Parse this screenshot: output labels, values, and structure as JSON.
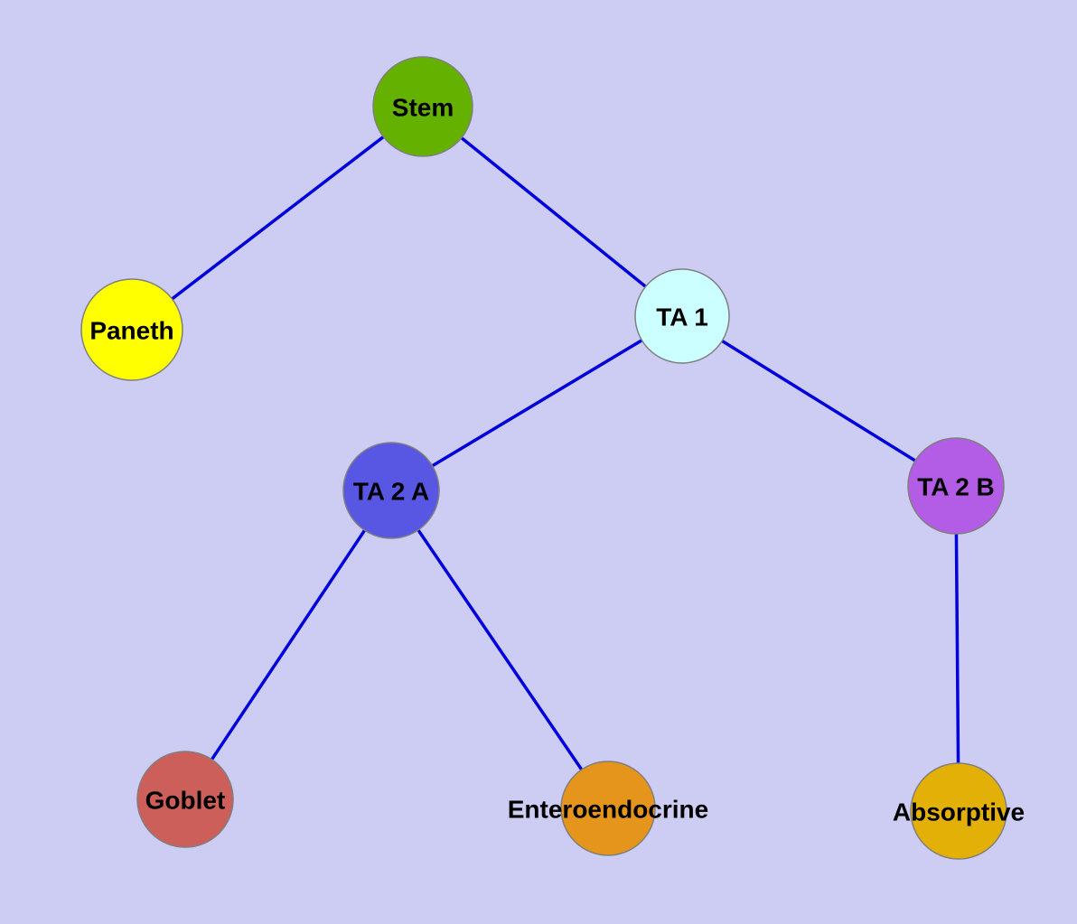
{
  "diagram": {
    "type": "graph",
    "description": "Cell lineage tree",
    "background_color": "#cdccf2",
    "edge_color": "#0000dd",
    "node_border_color": "#7f7f7f",
    "nodes": [
      {
        "id": "stem",
        "label": "Stem",
        "color": "#65b100"
      },
      {
        "id": "paneth",
        "label": "Paneth",
        "color": "#ffff00"
      },
      {
        "id": "ta1",
        "label": "TA 1",
        "color": "#ccffff"
      },
      {
        "id": "ta2a",
        "label": "TA 2 A",
        "color": "#5757e3"
      },
      {
        "id": "ta2b",
        "label": "TA 2 B",
        "color": "#b35ce6"
      },
      {
        "id": "goblet",
        "label": "Goblet",
        "color": "#cd5f5a"
      },
      {
        "id": "enteroendocrine",
        "label": "Enteroendocrine",
        "color": "#e5941c"
      },
      {
        "id": "absorptive",
        "label": "Absorptive",
        "color": "#e2b007"
      }
    ],
    "edges": [
      {
        "from": "Stem",
        "to": "Paneth"
      },
      {
        "from": "Stem",
        "to": "TA 1"
      },
      {
        "from": "TA 1",
        "to": "TA 2 A"
      },
      {
        "from": "TA 1",
        "to": "TA 2 B"
      },
      {
        "from": "TA 2 A",
        "to": "Goblet"
      },
      {
        "from": "TA 2 A",
        "to": "Enteroendocrine"
      },
      {
        "from": "TA 2 B",
        "to": "Absorptive"
      }
    ]
  }
}
